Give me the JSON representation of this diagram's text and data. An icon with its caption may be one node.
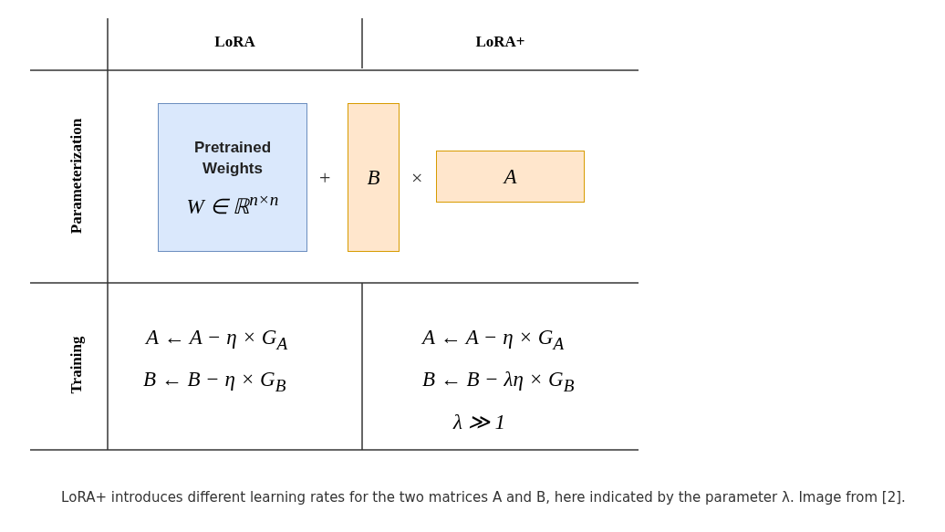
{
  "diagram": {
    "caption": "LoRA+ introduces different learning rates for the two matrices A and B, here indicated by the parameter λ. Image from [2].",
    "nodes": [
      {
        "text": [
          "Pretrained Weights",
          "W ∈ ℝ$^{n×n}$"
        ]
      },
      {
        "text": [
          "B"
        ]
      },
      {
        "text": [
          "A"
        ]
      }
    ],
    "edges": [],
    "labels": [
      "LoRA",
      "LoRA+",
      "Parameterization",
      "+",
      "×",
      "Training",
      "A ← A − η × G$_{A}$",
      "A ← A − η × G$_{A}$",
      "B ← B − η × G$_{B}$",
      "B ← B − λη × G$_{B}$",
      "λ ≫ 1"
    ]
  }
}
